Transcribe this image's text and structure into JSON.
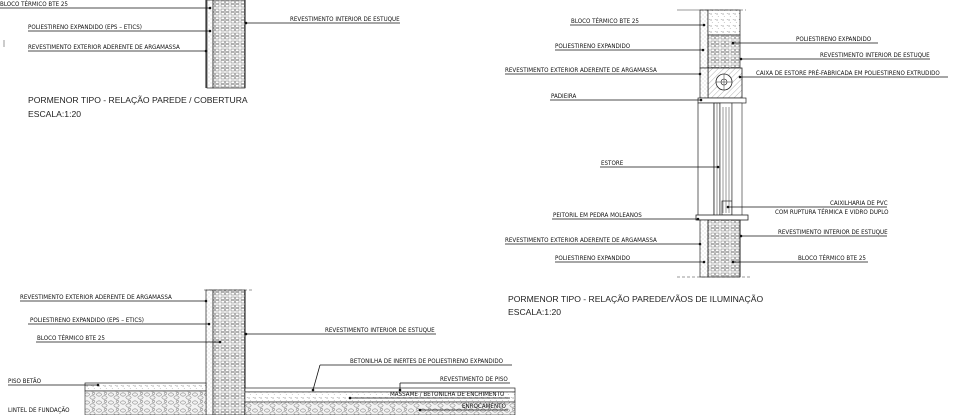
{
  "detail_roof": {
    "title": "PORMENOR TIPO - RELAÇÃO PAREDE / COBERTURA",
    "scale": "ESCALA:1:20",
    "labels": {
      "bloco": "BLOCO TÉRMICO BTE 25",
      "eps": "POLIESTIRENO EXPANDIDO (EPS – ETICS)",
      "ext": "REVESTIMENTO EXTERIOR ADERENTE DE ARGAMASSA",
      "int": "REVESTIMENTO INTERIOR DE ESTUQUE"
    }
  },
  "detail_window": {
    "title": "PORMENOR TIPO - RELAÇÃO PAREDE/VÃOS DE ILUMINAÇÃO",
    "scale": "ESCALA:1:20",
    "labels": {
      "bloco_top": "BLOCO TÉRMICO BTE 25",
      "eps_top": "POLIESTIRENO EXPANDIDO",
      "ext_top": "REVESTIMENTO EXTERIOR ADERENTE DE ARGAMASSA",
      "padieira": "PADIEIRA",
      "estore": "ESTORE",
      "peitoril": "PEITORIL EM PEDRA MOLEANOS",
      "ext_bottom": "REVESTIMENTO EXTERIOR ADERENTE DE ARGAMASSA",
      "eps_bottom": "POLIESTIRENO EXPANDIDO",
      "eps_right": "POLIESTIRENO EXPANDIDO",
      "int_right_top": "REVESTIMENTO INTERIOR DE ESTUQUE",
      "caixa": "CAIXA DE ESTORE PRÉ-FABRICADA EM POLIESTIRENO EXTRUDIDO",
      "caix1": "CAIXILHARIA DE PVC",
      "caix2": "COM RUPTURA TÉRMICA E VIDRO DUPLO",
      "int_right_bottom": "REVESTIMENTO INTERIOR DE ESTUQUE",
      "bloco_bottom": "BLOCO TÉRMICO BTE 25"
    }
  },
  "detail_floor": {
    "labels": {
      "ext": "REVESTIMENTO EXTERIOR ADERENTE DE ARGAMASSA",
      "eps": "POLIESTIRENO EXPANDIDO (EPS – ETICS)",
      "bloco": "BLOCO TÉRMICO BTE 25",
      "int": "REVESTIMENTO INTERIOR DE ESTUQUE",
      "betonilha": "BETONILHA DE INERTES DE POLIESTIRENO EXPANDIDO",
      "piso_betao": "PISO BETÃO",
      "rev_piso": "REVESTIMENTO DE PISO",
      "massame": "MASSAME / BETONILHA DE ENCHIMENTO",
      "lintel": "LINTEL DE FUNDAÇÃO",
      "enroc": "ENROCAMENTO"
    }
  }
}
